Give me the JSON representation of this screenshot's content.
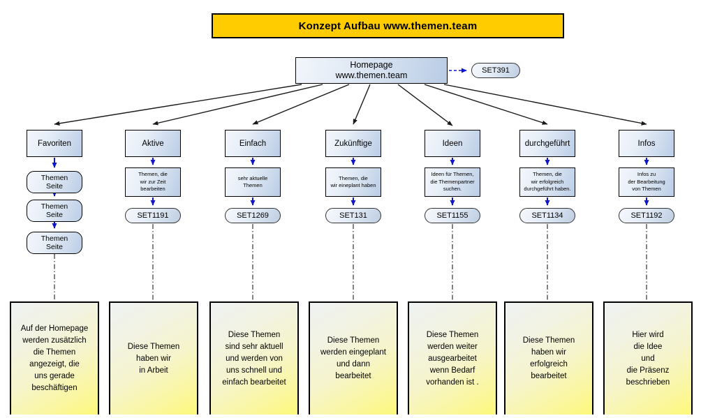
{
  "diagram": {
    "title": "Konzept Aufbau www.themen.team",
    "root": {
      "label": "Homepage\nwww.themen.team",
      "set_id": "SET391"
    },
    "colors": {
      "title_bg": "#ffcc00",
      "node_blue": "#ccdaed",
      "note_yellow": "#fdf879",
      "arrow_blue": "#0000cc",
      "arrow_black": "#1a1a1a"
    },
    "columns": [
      {
        "category": "Favoriten",
        "pages": [
          "Themen\nSeite",
          "Themen\nSeite",
          "Themen\nSeite"
        ],
        "description": null,
        "set_id": null,
        "note": "Auf der Homepage\nwerden zusätzlich\ndie Themen\nangezeigt, die\nuns gerade\nbeschäftigen"
      },
      {
        "category": "Aktive",
        "pages": [],
        "description": "Themen, die\nwir zur Zeit\nbearbeiten",
        "set_id": "SET1191",
        "note": "Diese Themen\nhaben wir\nin Arbeit"
      },
      {
        "category": "Einfach",
        "pages": [],
        "description": "sehr aktuelle\nThemen",
        "set_id": "SET1269",
        "note": "Diese Themen\nsind sehr aktuell\nund werden von\nuns schnell und\neinfach  bearbeitet"
      },
      {
        "category": "Zukünftige",
        "pages": [],
        "description": "Themen, die\nwir eineplant haben",
        "set_id": "SET131",
        "note": "Diese Themen\nwerden eingeplant\nund dann\nbearbeitet"
      },
      {
        "category": "Ideen",
        "pages": [],
        "description": "Ideen für Themen,\ndie Themenpartner\nsuchen.",
        "set_id": "SET1155",
        "note": "Diese Themen\nwerden weiter\nausgearbeitet\nwenn Bedarf\nvorhanden ist ."
      },
      {
        "category": "durchgeführt",
        "pages": [],
        "description": "Themen, die\nwir erfolgreich\ndurchgeführt haben.",
        "set_id": "SET1134",
        "note": "Diese Themen\nhaben wir\nerfolgreich\nbearbeitet"
      },
      {
        "category": "Infos",
        "pages": [],
        "description": "Infos zu\nder Bearbeitung\nvon Themen",
        "set_id": "SET1192",
        "note": "Hier wird\ndie Idee\nund\ndie Präsenz\nbeschrieben"
      }
    ]
  }
}
